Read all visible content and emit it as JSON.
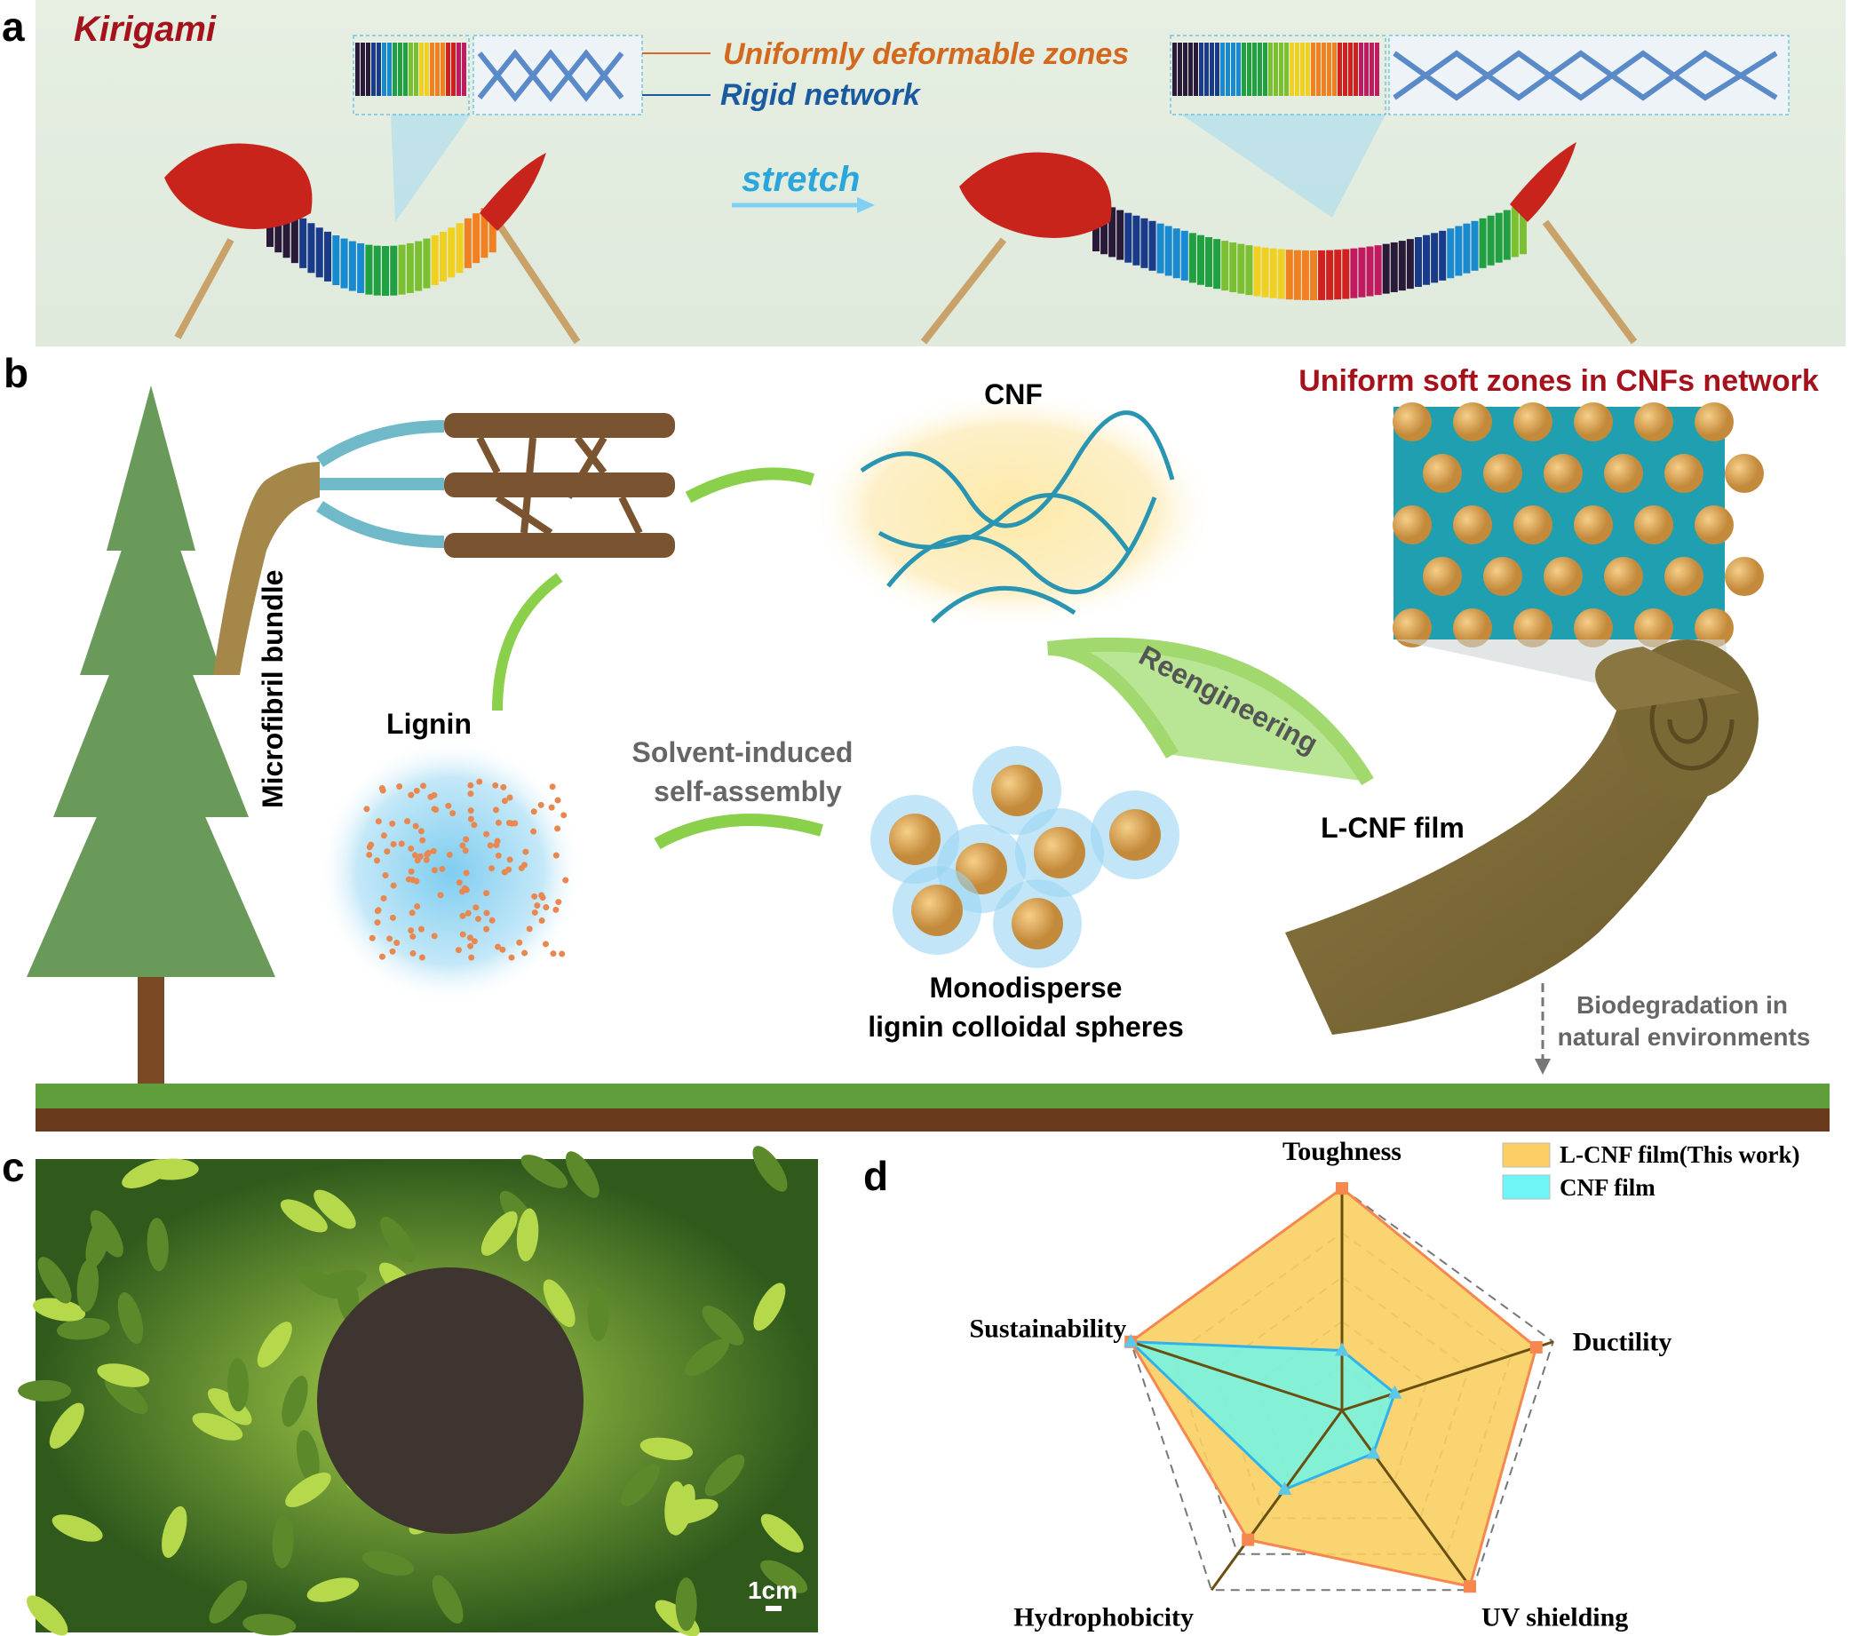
{
  "panels": {
    "a": "a",
    "b": "b",
    "c": "c",
    "d": "d"
  },
  "panel_a": {
    "title": "Kirigami",
    "inset_label_1": "Uniformly deformable zones",
    "inset_label_2": "Rigid network",
    "arrow_label": "stretch"
  },
  "panel_b": {
    "microfibril": "Microfibril bundle",
    "cnf": "CNF",
    "soft_zones": "Uniform soft zones in CNFs network",
    "lignin": "Lignin",
    "solvent_1": "Solvent-induced",
    "solvent_2": "self-assembly",
    "reengineering": "Reengineering",
    "spheres_1": "Monodisperse",
    "spheres_2": "lignin colloidal spheres",
    "film": "L-CNF film",
    "biodeg_1": "Biodegradation in",
    "biodeg_2": "natural environments"
  },
  "panel_c": {
    "scale_bar": "1cm"
  },
  "chart_data": {
    "type": "radar",
    "axes": [
      "Toughness",
      "Ductility",
      "UV shielding",
      "Hydrophobicity",
      "Sustainability"
    ],
    "range": [
      0,
      1
    ],
    "rings": 5,
    "series": [
      {
        "name": "L-CNF film(This work)",
        "values": [
          1.0,
          0.92,
          0.98,
          0.72,
          1.0
        ],
        "color": "#f5874f",
        "fill": "#fbcf63"
      },
      {
        "name": "CNF film",
        "values": [
          0.27,
          0.25,
          0.24,
          0.44,
          1.0
        ],
        "color": "#2fb3ea",
        "fill": "#6ff5e6"
      }
    ],
    "legend": "top-right"
  },
  "colors": {
    "title_red": "#a5121c",
    "orange": "#d2691e",
    "blue": "#1a5aa0",
    "cyan": "#2aa6dd"
  }
}
